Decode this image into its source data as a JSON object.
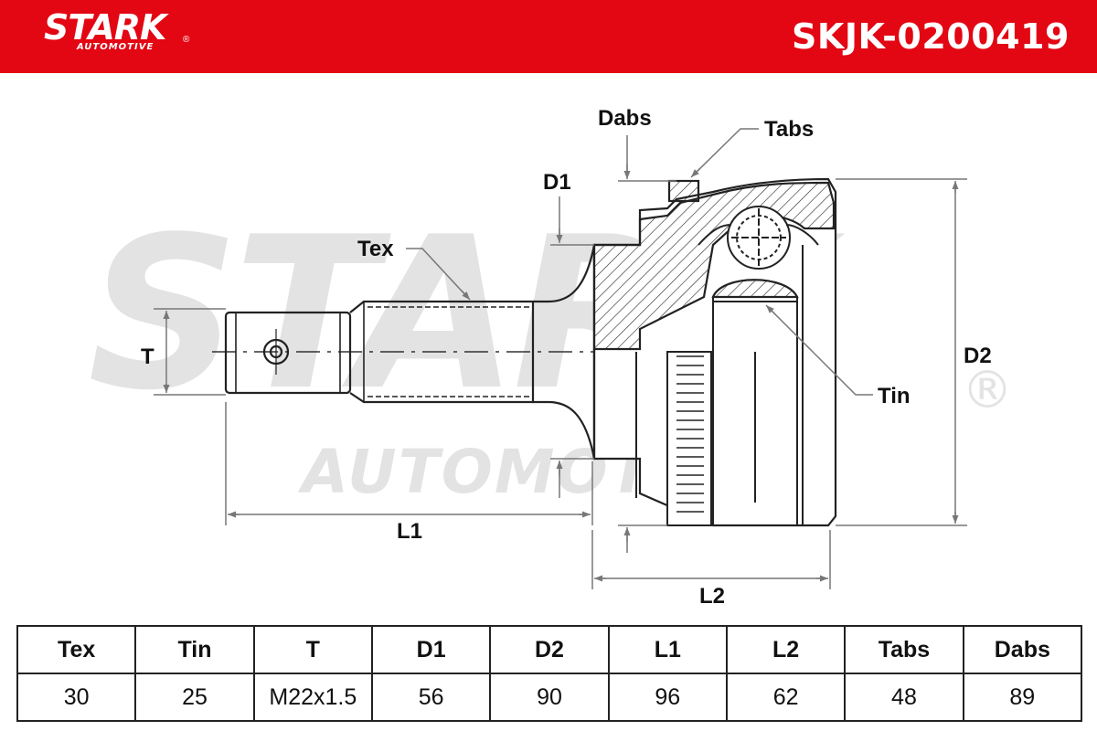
{
  "header": {
    "brand": "STARK",
    "brand_sub": "AUTOMOTIVE",
    "part_number": "SKJK-0200419",
    "color": "#e30613"
  },
  "watermark": {
    "main": "STARK",
    "sub": "AUTOMOTIVE",
    "registered": "®"
  },
  "diagram": {
    "labels": {
      "dabs": "Dabs",
      "tabs": "Tabs",
      "d1": "D1",
      "tex": "Tex",
      "t": "T",
      "d2": "D2",
      "tin": "Tin",
      "l1": "L1",
      "l2": "L2"
    }
  },
  "spec_table": {
    "headers": [
      "Tex",
      "Tin",
      "T",
      "D1",
      "D2",
      "L1",
      "L2",
      "Tabs",
      "Dabs"
    ],
    "values": [
      "30",
      "25",
      "M22x1.5",
      "56",
      "90",
      "96",
      "62",
      "48",
      "89"
    ]
  }
}
